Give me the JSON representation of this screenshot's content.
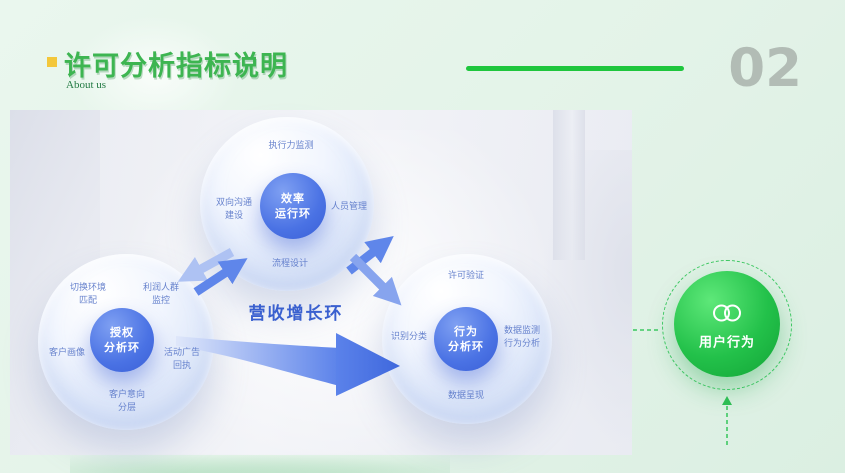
{
  "header": {
    "title": "许可分析指标说明",
    "subtitle": "About us",
    "page_number": "02"
  },
  "diagram": {
    "center_label": "营收增长环",
    "top_node": {
      "core1": "效率",
      "core2": "运行环",
      "label_top": "执行力监测",
      "label_left1": "双向沟通",
      "label_left2": "建设",
      "label_right": "人员管理",
      "label_bottom": "流程设计"
    },
    "left_node": {
      "core1": "授权",
      "core2": "分析环",
      "label_topleft1": "切换环境",
      "label_topleft2": "匹配",
      "label_topright1": "利润人群",
      "label_topright2": "监控",
      "label_left": "客户画像",
      "label_right1": "活动广告",
      "label_right2": "回执",
      "label_bottom1": "客户意向",
      "label_bottom2": "分层"
    },
    "right_node": {
      "core1": "行为",
      "core2": "分析环",
      "label_top": "许可验证",
      "label_left": "识别分类",
      "label_right1": "数据监测",
      "label_right2": "行为分析",
      "label_bottom": "数据呈现"
    },
    "side_circle": {
      "label": "用户行为",
      "icon": "overlapping-circles-icon"
    }
  },
  "colors": {
    "accent_green": "#1ec63d",
    "title_green": "#3db551",
    "bullet_yellow": "#f3c73b",
    "page_number_gray": "#b2bcb5",
    "diagram_blue": "#4a72e4",
    "label_blue": "#5876c8",
    "center_label_blue": "#3a60cf",
    "side_circle_green": "#23c14a"
  }
}
